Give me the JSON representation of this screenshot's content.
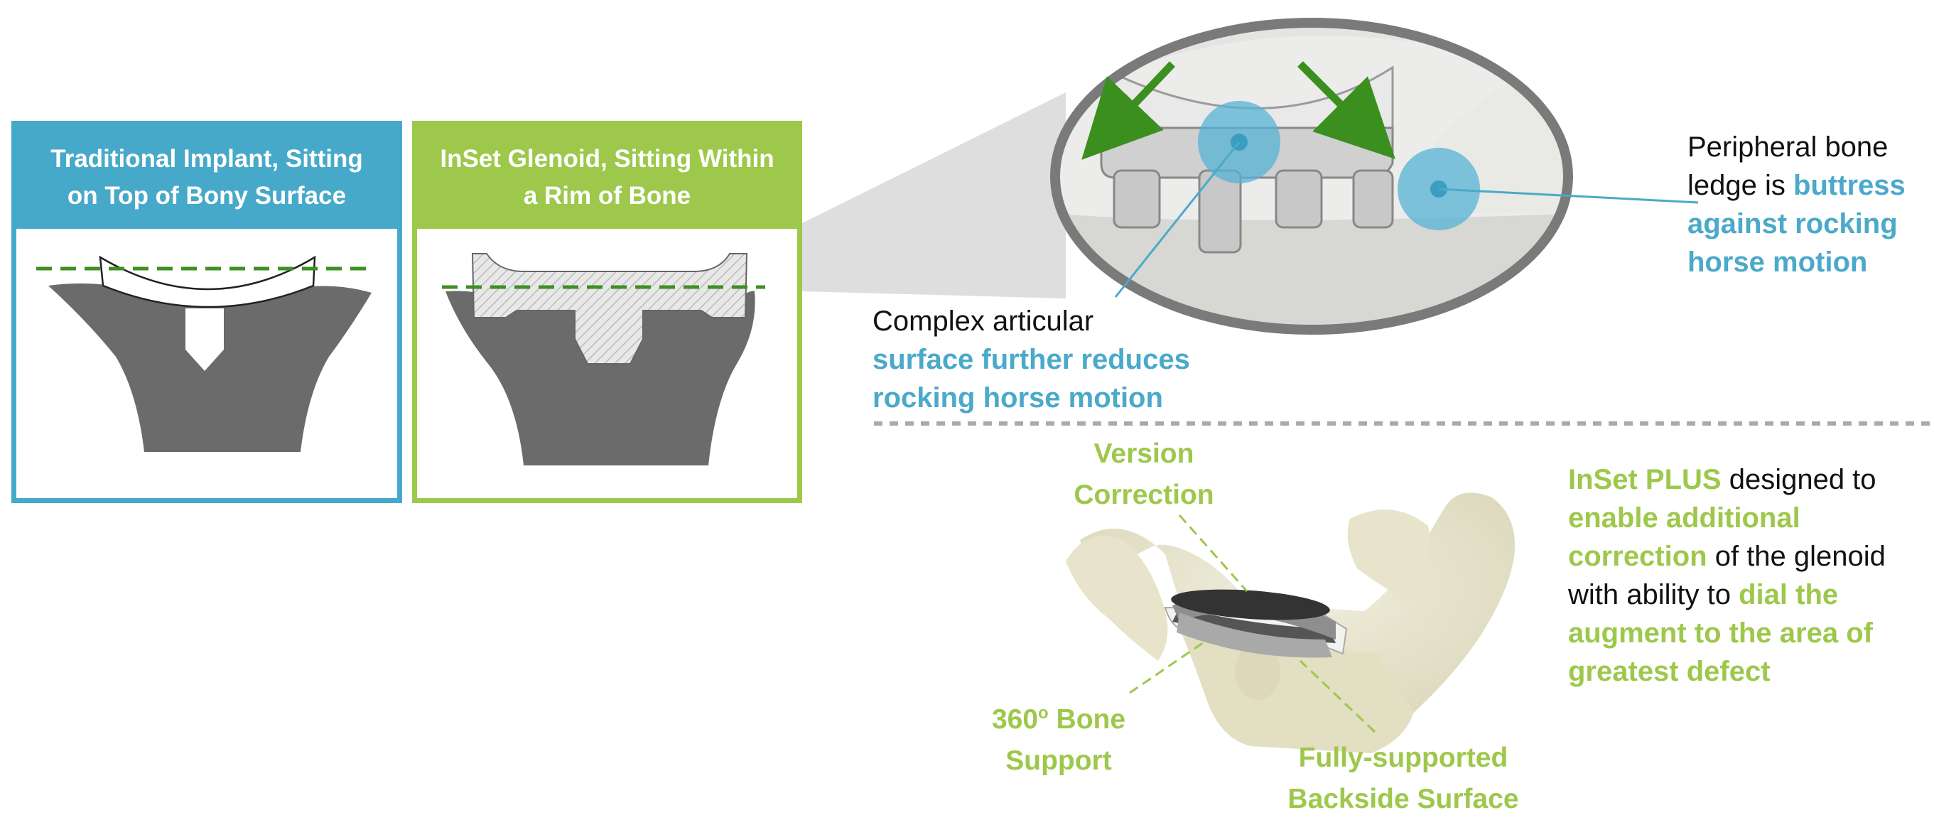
{
  "panels": {
    "traditional": {
      "title": "Traditional Implant, Sitting\non Top of Bony Surface"
    },
    "inset": {
      "title": "InSet Glenoid, Sitting Within\na Rim of Bone"
    }
  },
  "callouts": {
    "peripheral": {
      "line1": "Peripheral bone",
      "line2_a": "ledge is ",
      "line2_b": "buttress",
      "line3": "against rocking",
      "line4": "horse motion"
    },
    "complex": {
      "line1": "Complex articular",
      "line2": "surface further reduces",
      "line3": "rocking horse motion"
    },
    "inset_plus": {
      "l1_a": "InSet PLUS",
      "l1_b": " designed to",
      "l2": "enable additional",
      "l3_a": "correction",
      "l3_b": " of the glenoid",
      "l4_a": "with ability to ",
      "l4_b": "dial the",
      "l5": "augment to the area of",
      "l6": "greatest defect"
    }
  },
  "labels": {
    "version": "Version\nCorrection",
    "bone_support": "360",
    "bone_support_sup": "o",
    "bone_support_rest": " Bone",
    "bone_support_2": "Support",
    "backside": "Fully-supported\nBackside Surface"
  },
  "colors": {
    "blue": "#47a9c9",
    "green": "#9dc84b",
    "bone_gray": "#6b6b6b",
    "dash_green": "#3d8f22"
  }
}
